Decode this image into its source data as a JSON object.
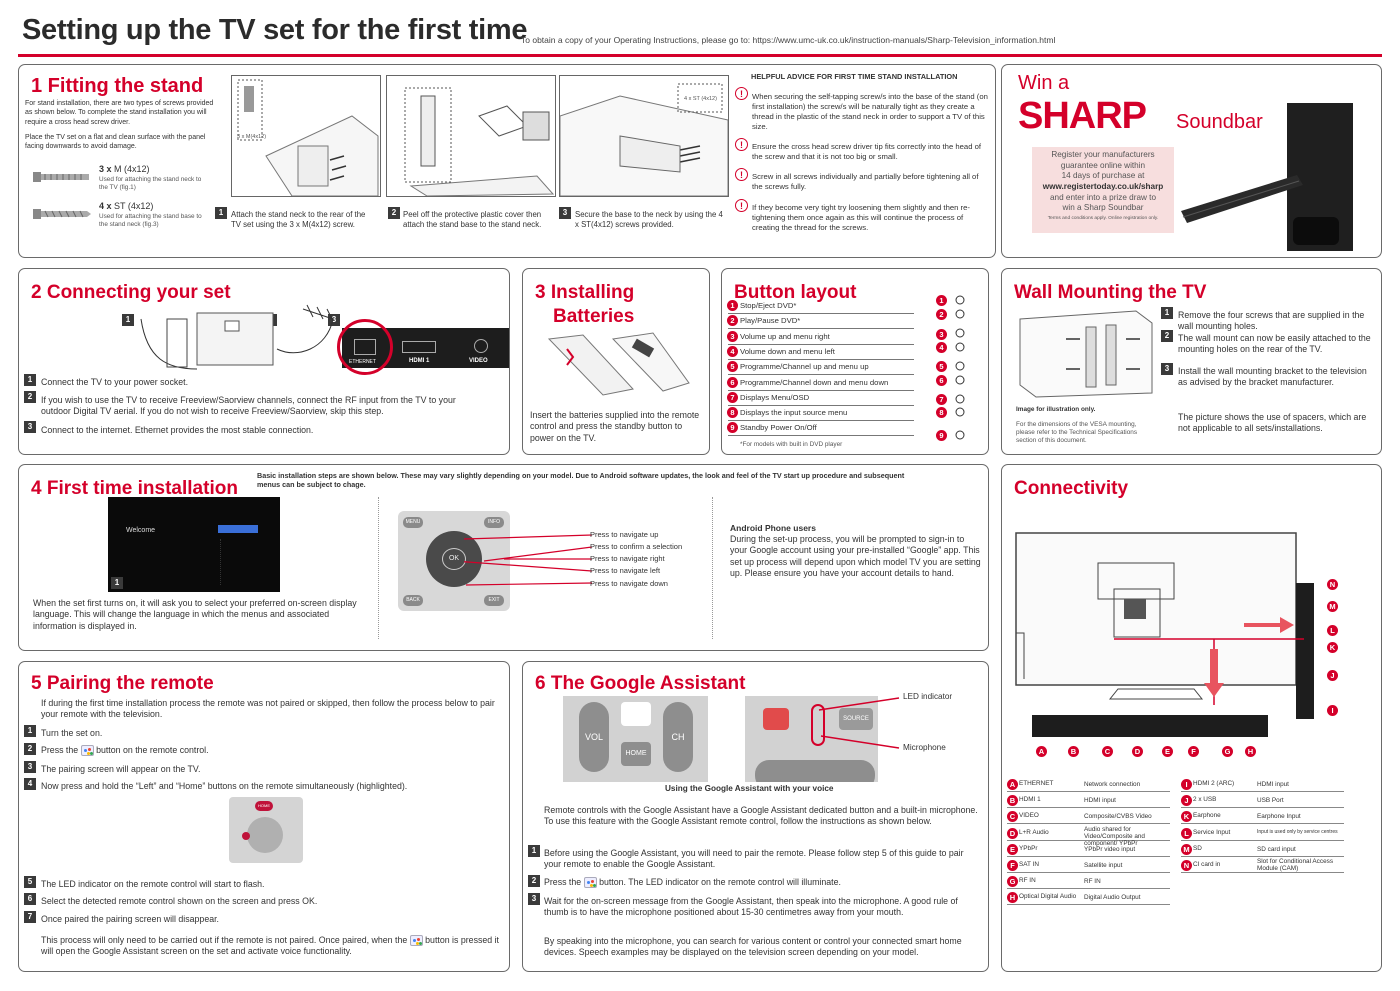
{
  "header": {
    "title": "Setting up the TV set for the first time",
    "url": "To obtain a copy of your Operating Instructions, please go to: https://www.umc-uk.co.uk/instruction-manuals/Sharp-Television_information.html"
  },
  "s1": {
    "title": "1 Fitting the stand",
    "p1": "For stand installation, there are two types of screws provided as shown below. To complete the stand installation you will require a cross head screw driver.",
    "p2": "Place the TV set on a flat and clean surface with the panel facing downwards to avoid damage.",
    "screw1_qty": "3 x",
    "screw1_name": "M (4x12)",
    "screw1_desc": "Used for attaching the stand neck to the TV (fig.1)",
    "screw2_qty": "4 x",
    "screw2_name": "ST (4x12)",
    "screw2_desc": "Used for attaching the stand base to the stand neck (fig.3)",
    "img1_label": "3 x M(4x12)",
    "img3_label": "4 x ST (4x12)",
    "step1": "Attach the stand neck to the rear of the TV set using the 3 x M(4x12) screw.",
    "step2": "Peel off the protective plastic cover then attach the stand base to the stand neck.",
    "step3": "Secure the base to the neck by using the 4 x ST(4x12) screws provided.",
    "advice_title": "HELPFUL ADVICE FOR FIRST TIME STAND INSTALLATION",
    "advice": [
      "When securing the self-tapping screw/s into the base of the stand (on first installation) the screw/s will be naturally tight as they create a thread in the plastic of the stand neck in order to support a TV of this size.",
      "Ensure the cross head screw driver tip fits correctly into the head of the screw and that it is not too big or small.",
      "Screw in all screws individually and partially before tightening all of the screws fully.",
      "If they become very tight try loosening them slightly and then re-tightening them once again as this will continue the process of creating the thread for the screws."
    ]
  },
  "win": {
    "win_a": "Win a",
    "brand": "SHARP",
    "product": "Soundbar",
    "l1": "Register your manufacturers",
    "l2": "guarantee online within",
    "l3": "14 days of purchase  at",
    "l4": "www.registertoday.co.uk/sharp",
    "l5": "and enter into a prize draw to",
    "l6": "win a Sharp Soundbar",
    "terms": "Terms and conditions apply. Online registration only."
  },
  "s2": {
    "title": "2 Connecting your set",
    "steps": [
      "Connect the TV to your power socket.",
      "If you wish to use the TV to receive Freeview/Saorview channels, connect the RF input from the TV to your outdoor Digital TV aerial. If you do not wish to receive Freeview/Saorview, skip this step.",
      "Connect to the internet. Ethernet provides the most stable connection."
    ],
    "port1": "ETHERNET",
    "port2": "HDMI 1",
    "port3": "VIDEO"
  },
  "s3": {
    "title1": "3 Installing",
    "title2": "Batteries",
    "text": "Insert the batteries supplied into the remote control and press the standby button to power on the TV."
  },
  "buttons": {
    "title": "Button layout",
    "items": [
      "Stop/Eject DVD*",
      "Play/Pause DVD*",
      "Volume up and menu right",
      "Volume down and menu left",
      "Programme/Channel up and menu up",
      "Programme/Channel down and menu down",
      "Displays Menu/OSD",
      "Displays the input source menu",
      "Standby Power On/Off"
    ],
    "note": "*For models with built in DVD player"
  },
  "wall": {
    "title": "Wall Mounting the TV",
    "steps": [
      "Remove the four screws that are supplied in the wall mounting holes.",
      "The wall mount can now be easily attached to the mounting holes on the rear of the TV.",
      "Install the wall mounting bracket to the television as advised by the bracket manufacturer."
    ],
    "note": "The picture shows the use of spacers, which are not applicable to all sets/installations.",
    "img_caption": "Image for illustration only.",
    "vesa": "For the dimensions of the VESA mounting, please refer to the Technical Specifications section of this document."
  },
  "s4": {
    "title": "4 First time installation",
    "intro": "Basic installation steps are shown below. These may vary slightly depending on your model. Due to Android software updates, the look and feel of the TV start up procedure and subsequent menus can be subject to chage.",
    "welcome": "Welcome",
    "text": "When the set first turns on, it will ask you to select your preferred on-screen display language. This will change the language in which the menus and associated information is displayed in.",
    "nav": [
      "Press to navigate up",
      "Press to confirm a selection",
      "Press to navigate right",
      "Press to navigate left",
      "Press to navigate down"
    ],
    "menu": "MENU",
    "info": "INFO",
    "ok": "OK",
    "back": "BACK",
    "exit": "EXIT",
    "android_title": "Android Phone users",
    "android_text": "During the set-up process, you will be prompted to sign-in to your Google account using your pre-installed “Google” app. This set up process will depend upon which model TV you are setting up. Please ensure you have your account details to hand."
  },
  "conn": {
    "title": "Connectivity",
    "rows_left": [
      [
        "ETHERNET",
        "Network connection"
      ],
      [
        "HDMI 1",
        "HDMI input"
      ],
      [
        "VIDEO",
        "Composite/CVBS Video"
      ],
      [
        "L+R Audio",
        "Audio shared for Video/Composite and component/ YPbPr"
      ],
      [
        "YPbPr",
        "YPbPr video input"
      ],
      [
        "SAT IN",
        "Satellite input"
      ],
      [
        "RF IN",
        "RF IN"
      ],
      [
        "Optical Digital Audio",
        "Digital Audio Output"
      ]
    ],
    "rows_right": [
      [
        "HDMI 2 (ARC)",
        "HDMI input"
      ],
      [
        "2 x USB",
        "USB Port"
      ],
      [
        "Earphone",
        "Earphone Input"
      ],
      [
        "Service Input",
        "Input is used only by service centres"
      ],
      [
        "SD",
        "SD card input"
      ],
      [
        "CI card in",
        "Slot for Conditional Access Module (CAM)"
      ]
    ]
  },
  "s5": {
    "title": "5 Pairing the remote",
    "intro": "If during the first time installation process the remote was not paired or skipped, then follow the process below to pair your remote with the television.",
    "s1": "Turn the set on.",
    "s2a": "Press the",
    "s2b": "button on the remote control.",
    "s3": "The pairing screen will appear on the TV.",
    "s4": "Now press and hold the “Left” and “Home” buttons on the remote simultaneously (highlighted).",
    "s5": "The LED indicator on the remote control will start to flash.",
    "s6": "Select the detected remote control shown on the screen and press OK.",
    "s7": "Once paired the pairing screen will disappear.",
    "outro_a": "This process will only need to be carried out if the remote is not paired. Once paired, when the",
    "outro_b": "button is pressed it will open the Google Assistant screen on the set and activate voice functionality.",
    "home": "HOME"
  },
  "s6": {
    "title": "6 The Google Assistant",
    "led": "LED indicator",
    "mic": "Microphone",
    "caption": "Using the Google Assistant with your voice",
    "vol": "VOL",
    "ch": "CH",
    "home": "HOME",
    "source": "SOURCE",
    "p1": "Remote controls with the Google Assistant have a Google Assistant dedicated button and a built-in microphone. To use this feature with the Google Assistant remote control, follow the instructions as shown below.",
    "s1": "Before using the Google Assistant, you will need to pair the remote. Please follow step 5 of this guide to pair your remote to enable the Google Assistant.",
    "s2a": "Press the",
    "s2b": "button. The LED indicator on the remote control will illuminate.",
    "s3": "Wait for the on-screen message from the Google Assistant, then speak into the microphone. A good rule of thumb is to have the microphone positioned about 15-30 centimetres away from your mouth.",
    "p2": "By speaking into the microphone, you can search for various content or control your connected smart home devices. Speech examples may be displayed on the television screen depending on your model."
  },
  "colors": {
    "accent": "#d4002a"
  }
}
